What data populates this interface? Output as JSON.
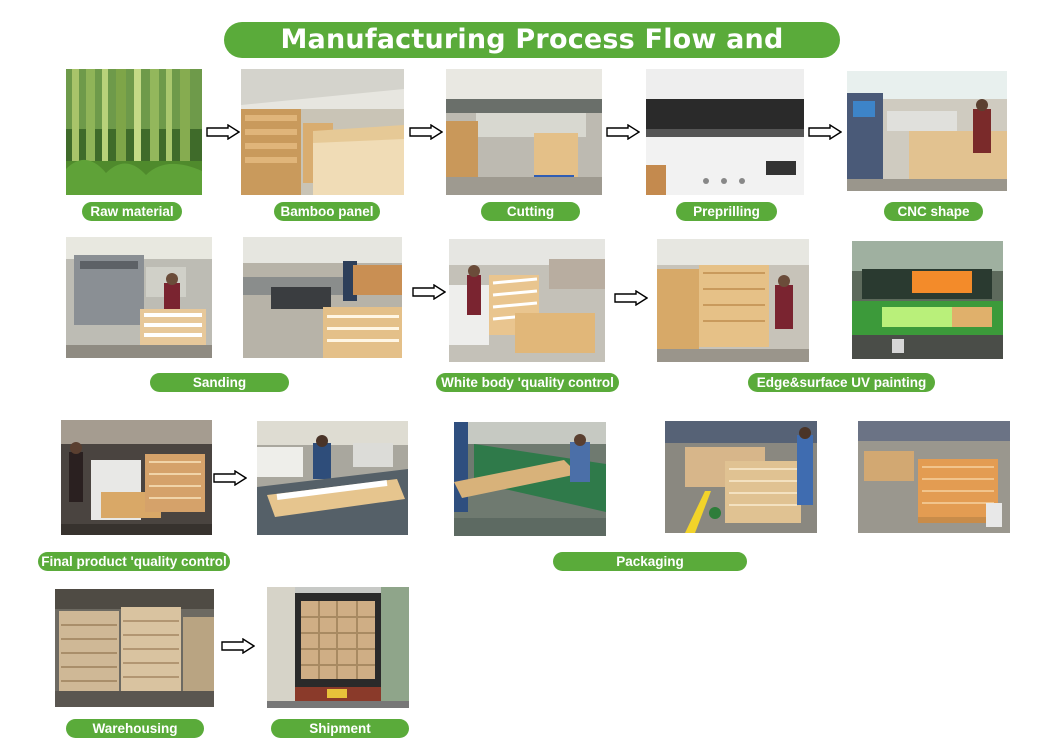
{
  "title": "Manufacturing Process Flow and Control",
  "steps": [
    {
      "label": "Raw material",
      "photo_icon": "bamboo-forest-photo"
    },
    {
      "label": "Bamboo panel",
      "photo_icon": "panel-stack-photo"
    },
    {
      "label": "Cutting",
      "photo_icon": "cutting-machine-photo"
    },
    {
      "label": "Preprilling",
      "photo_icon": "drilling-machine-photo"
    },
    {
      "label": "CNC shape",
      "photo_icon": "cnc-machine-photo"
    },
    {
      "label": "Sanding",
      "photo_icon": "sanding-machine-photo"
    },
    {
      "label": "White body 'quality control",
      "photo_icon": "inspection-photo"
    },
    {
      "label": "Edge&surface UV painting",
      "photo_icon": "uv-painting-photo"
    },
    {
      "label": "Final product 'quality control",
      "photo_icon": "final-inspection-photo"
    },
    {
      "label": "Packaging",
      "photo_icon": "packaging-photo"
    },
    {
      "label": "Warehousing",
      "photo_icon": "warehouse-photo"
    },
    {
      "label": "Shipment",
      "photo_icon": "shipping-container-photo"
    }
  ],
  "colors": {
    "accent_green": "#5aab3a",
    "label_text": "#ffffff",
    "arrow_stroke": "#000000"
  }
}
